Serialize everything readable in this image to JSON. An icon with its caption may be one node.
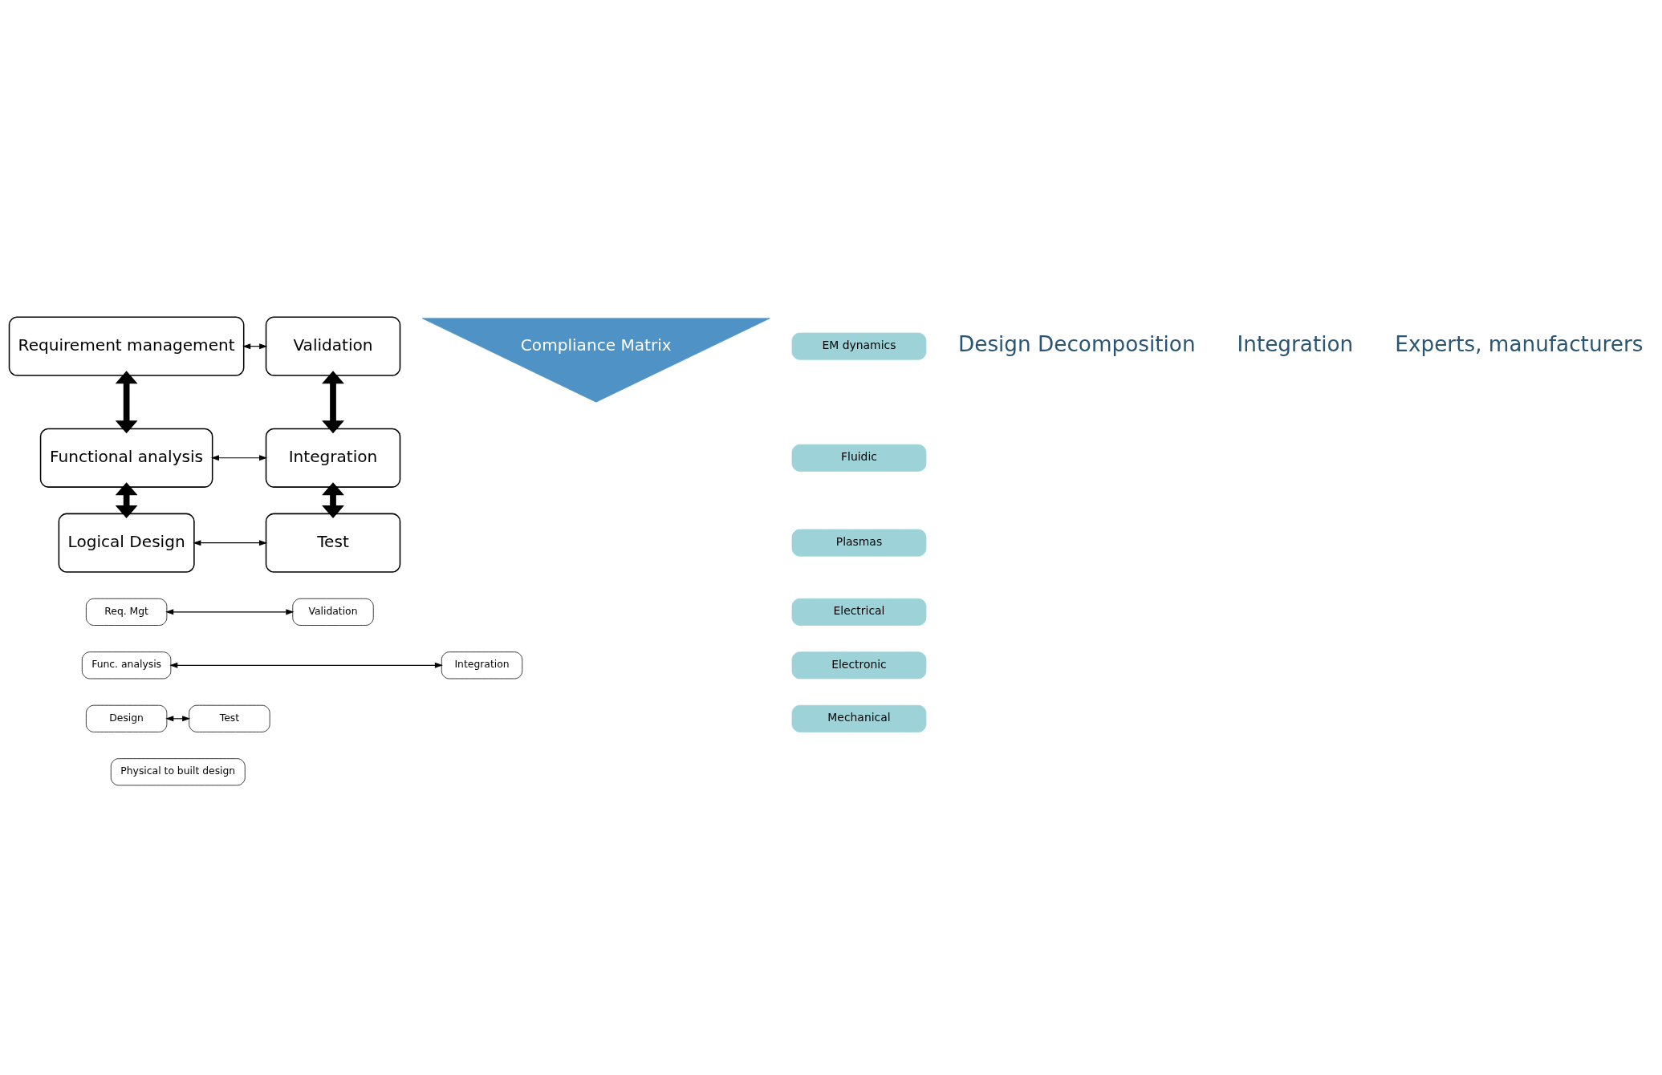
{
  "diagram": {
    "nodes": [
      {
        "text": [
          "Requirement management"
        ]
      },
      {
        "text": [
          "Compliance Matrix"
        ]
      },
      {
        "text": [
          "Validation"
        ]
      },
      {
        "text": [
          "Functional analysis"
        ]
      },
      {
        "text": [
          "Integration"
        ]
      },
      {
        "text": [
          "Logical Design"
        ]
      },
      {
        "text": [
          "Test"
        ]
      },
      {
        "text": [
          "Req. Mgt"
        ]
      },
      {
        "text": [
          "Validation"
        ]
      },
      {
        "text": [
          "Func. analysis"
        ]
      },
      {
        "text": [
          "Integration"
        ]
      },
      {
        "text": [
          "Design"
        ]
      },
      {
        "text": [
          "Test"
        ]
      },
      {
        "text": [
          "Physical to built design"
        ]
      },
      {
        "text": [
          "EM dynamics"
        ]
      },
      {
        "text": [
          "Fluidic"
        ]
      },
      {
        "text": [
          "Plasmas"
        ]
      },
      {
        "text": [
          "Electrical"
        ]
      },
      {
        "text": [
          "Electronic"
        ]
      },
      {
        "text": [
          "Mechanical"
        ]
      }
    ],
    "edges": [
      {
        "from": 0,
        "to": 2,
        "arrow": "both"
      },
      {
        "from": 0,
        "to": 3,
        "arrow": "both",
        "style": "thick"
      },
      {
        "from": 2,
        "to": 4,
        "arrow": "both",
        "style": "thick"
      },
      {
        "from": 3,
        "to": 4,
        "arrow": "both"
      },
      {
        "from": 3,
        "to": 5,
        "arrow": "both",
        "style": "thick"
      },
      {
        "from": 4,
        "to": 6,
        "arrow": "both",
        "style": "thick"
      },
      {
        "from": 5,
        "to": 6,
        "arrow": "both"
      },
      {
        "from": 7,
        "to": 8,
        "arrow": "both"
      },
      {
        "from": 9,
        "to": 10,
        "arrow": "both"
      },
      {
        "from": 11,
        "to": 12,
        "arrow": "both"
      }
    ],
    "labels": [
      "Design Decomposition",
      "Integration",
      "Experts, manufacturers"
    ]
  }
}
